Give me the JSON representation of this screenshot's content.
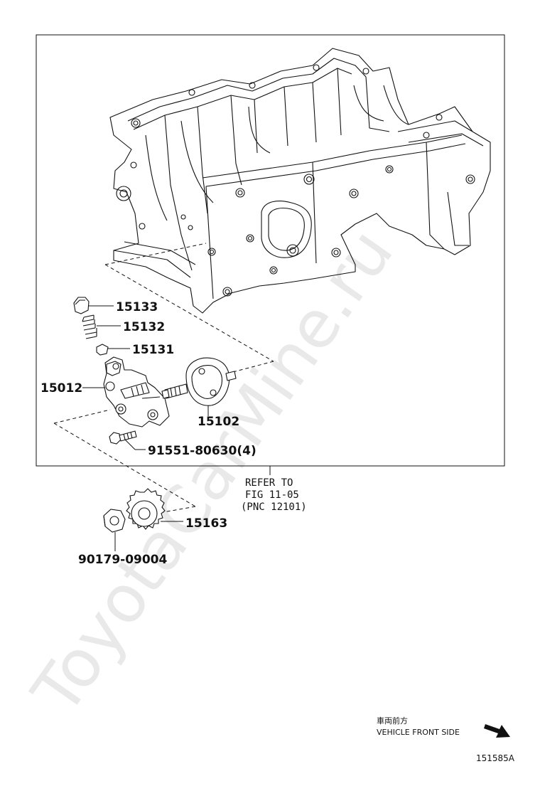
{
  "parts": {
    "p15133": "15133",
    "p15132": "15132",
    "p15131": "15131",
    "p15012": "15012",
    "p15102": "15102",
    "p91551": "91551-80630(4)",
    "p15163": "15163",
    "p90179": "90179-09004"
  },
  "reference": {
    "line1": "REFER TO",
    "line2": "FIG 11-05",
    "line3": "(PNC 12101)"
  },
  "orientation": {
    "jp": "車両前方",
    "en": "VEHICLE FRONT SIDE"
  },
  "figure_code": "151585A",
  "watermark": "ToyotaCarMine.ru",
  "colors": {
    "line": "#111111",
    "watermark": "#cfcfcf"
  }
}
